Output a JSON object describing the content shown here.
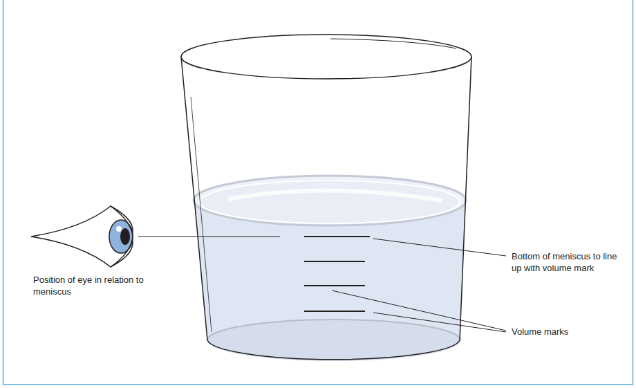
{
  "diagram": {
    "labels": [
      "Position of eye in relation to meniscus",
      "Bottom of meniscus to line up with volume mark",
      "Volume marks"
    ]
  }
}
